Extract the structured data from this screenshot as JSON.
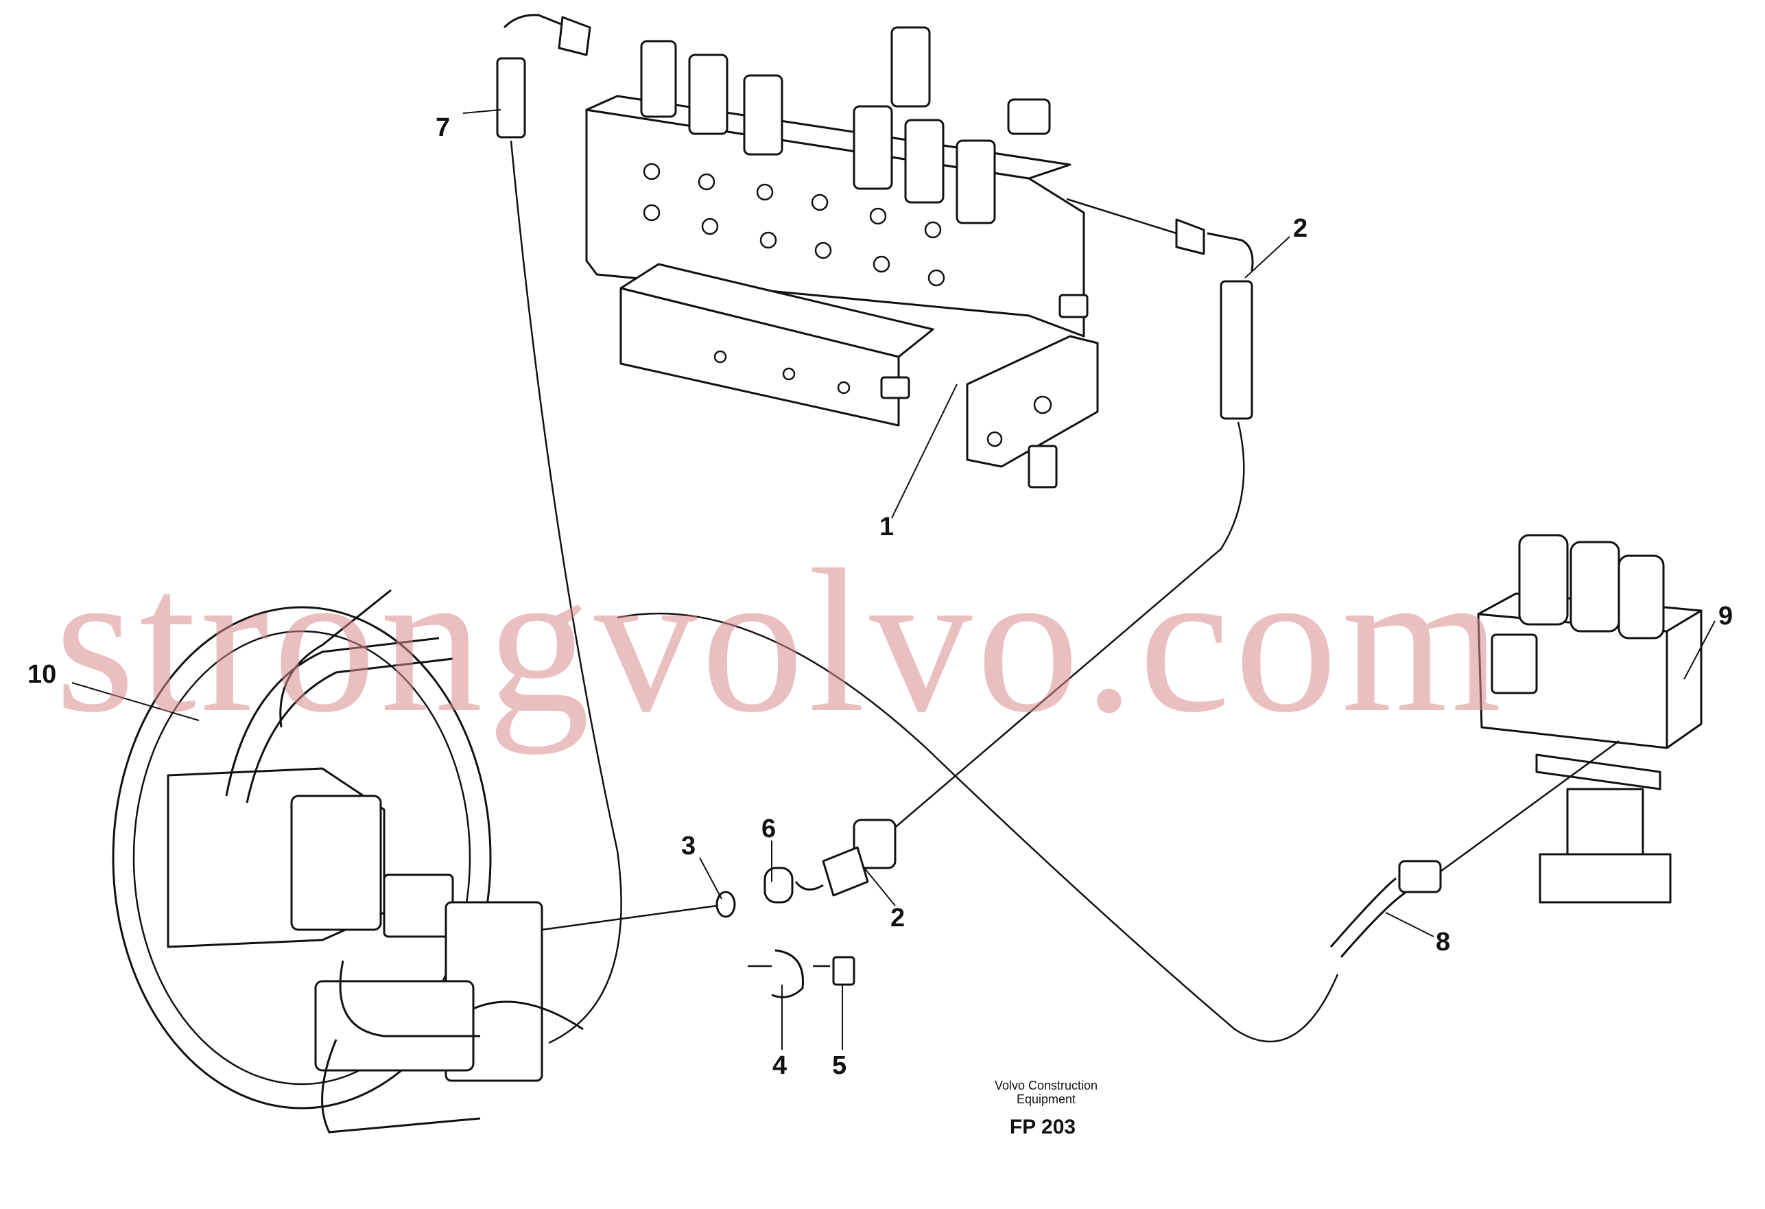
{
  "callouts": {
    "c1": "1",
    "c2a": "2",
    "c2b": "2",
    "c3": "3",
    "c4": "4",
    "c5": "5",
    "c6": "6",
    "c7": "7",
    "c8": "8",
    "c9": "9",
    "c10": "10"
  },
  "caption": {
    "line1": "Volvo Construction",
    "line2": "Equipment",
    "code": "FP 203"
  },
  "watermark": "strongvolvo.com"
}
